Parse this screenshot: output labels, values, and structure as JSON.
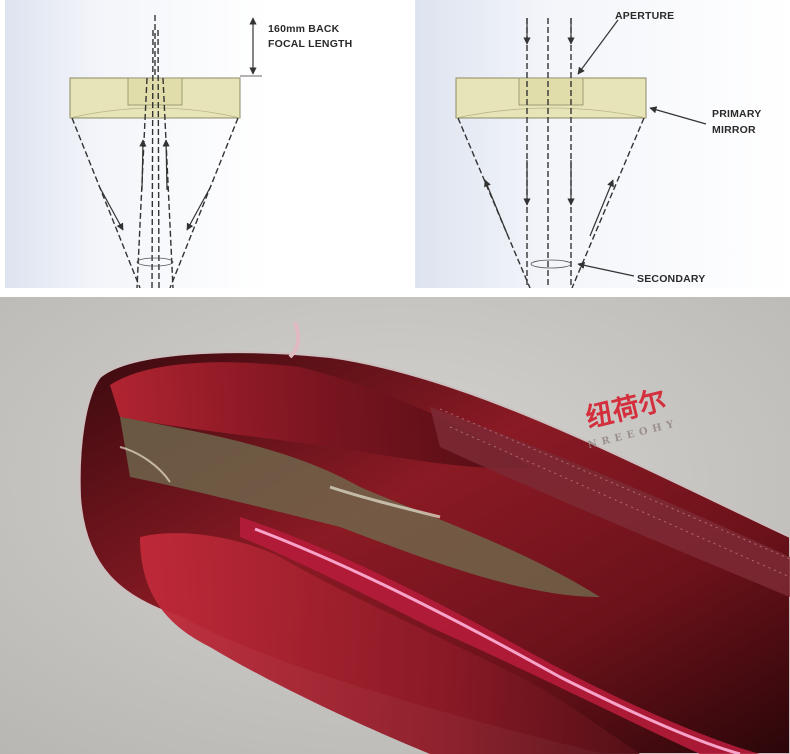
{
  "diagram": {
    "left_panel": {
      "label_line1": "160mm BACK",
      "label_line2": "FOCAL LENGTH"
    },
    "right_panel": {
      "aperture_label": "APERTURE",
      "primary_line1": "PRIMARY",
      "primary_line2": "MIRROR",
      "secondary_label": "SECONDARY"
    }
  },
  "photo": {
    "watermark_cn": "纽荷尔",
    "watermark_en": "NREEOHY"
  },
  "colors": {
    "panel_bg": "#eef1f7",
    "mirror_fill": "#e7e4b7",
    "mirror_stroke": "#8d8a66",
    "ray": "#333333",
    "photo_bg": "#c9c7c3",
    "object_dark": "#5a0f14",
    "object_red": "#9b1e28",
    "highlight": "#ff9fd0",
    "watermark": "#d32f3c"
  }
}
